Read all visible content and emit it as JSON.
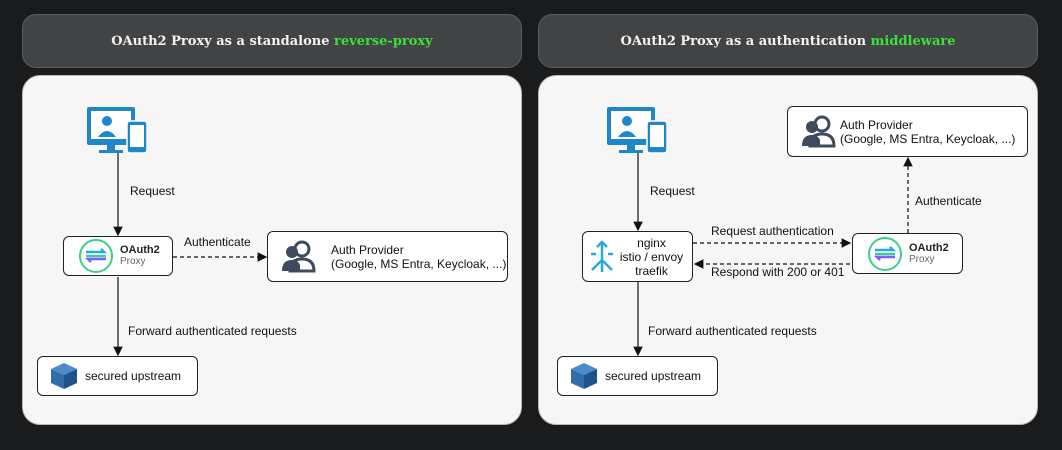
{
  "left": {
    "title_pre": "OAuth2 Proxy as a standalone ",
    "title_hl": "reverse-proxy",
    "request_label": "Request",
    "authenticate_label": "Authenticate",
    "forward_label": "Forward authenticated requests",
    "proxy_name": "OAuth2",
    "proxy_sub": "Proxy",
    "auth_provider_title": "Auth Provider",
    "auth_provider_detail": "(Google, MS Entra, Keycloak, ...)",
    "upstream_label": "secured upstream"
  },
  "right": {
    "title_pre": "OAuth2 Proxy as a authentication ",
    "title_hl": "middleware",
    "request_label": "Request",
    "request_auth_label": "Request authentication",
    "respond_label": "Respond with 200 or 401",
    "authenticate_label": "Authenticate",
    "forward_label": "Forward authenticated requests",
    "gateway_line1": "nginx",
    "gateway_line2": "istio / envoy",
    "gateway_line3": "traefik",
    "proxy_name": "OAuth2",
    "proxy_sub": "Proxy",
    "auth_provider_title": "Auth Provider",
    "auth_provider_detail": "(Google, MS Entra, Keycloak, ...)",
    "upstream_label": "secured upstream"
  },
  "colors": {
    "highlight": "#3be03b",
    "monitor": "#1e86c9",
    "cube": "#2f6ea8",
    "gateway": "#29a7e0"
  },
  "icons": [
    "user-device-icon",
    "oauth2-proxy-logo-icon",
    "users-icon",
    "cube-icon",
    "gateway-icon"
  ]
}
